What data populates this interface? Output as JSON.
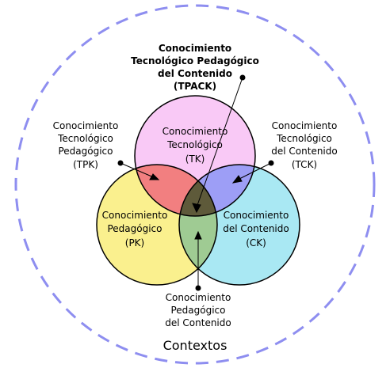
{
  "diagram": {
    "colors": {
      "context_ring": "#8E8EF0",
      "tk": "#F9C9F6",
      "pk": "#FAF08E",
      "ck": "#A9E8F3",
      "tpk": "#F27F80",
      "tck": "#9D9EF6",
      "pck": "#9FCB93",
      "tpack": "#5E5A3A",
      "stroke": "#000000"
    },
    "tpack_label": {
      "line1": "Conocimiento",
      "line2": "Tecnológico Pedagógico",
      "line3": "del Contenido",
      "line4": "(TPACK)"
    },
    "tk_label": {
      "line1": "Conocimiento",
      "line2": "Tecnológico",
      "line3": "(TK)"
    },
    "pk_label": {
      "line1": "Conocimiento",
      "line2": "Pedagógico",
      "line3": "(PK)"
    },
    "ck_label": {
      "line1": "Conocimiento",
      "line2": "del Contenido",
      "line3": "(CK)"
    },
    "tpk_label": {
      "line1": "Conocimiento",
      "line2": "Tecnológico",
      "line3": "Pedagógico",
      "line4": "(TPK)"
    },
    "tck_label": {
      "line1": "Conocimiento",
      "line2": "Tecnológico",
      "line3": "del Contenido",
      "line4": "(TCK)"
    },
    "pck_label": {
      "line1": "Conocimiento",
      "line2": "Pedagógico",
      "line3": "del Contenido"
    },
    "context_label": "Contextos"
  }
}
